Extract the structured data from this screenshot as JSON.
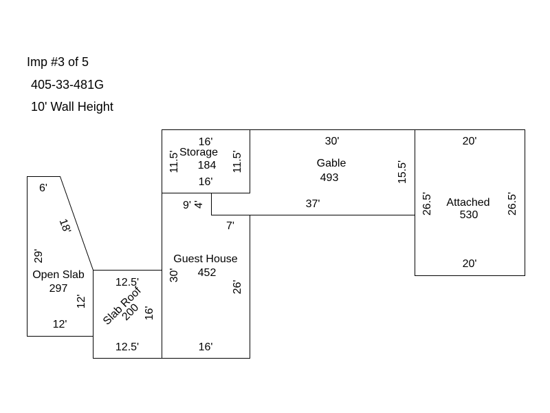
{
  "header": {
    "imp_label": "Imp #3 of 5",
    "parcel_id": "405-33-481G",
    "wall_height": "10' Wall Height"
  },
  "areas": {
    "storage": {
      "name": "Storage",
      "area": "184",
      "top": "16'",
      "bottom": "16'",
      "left": "11.5'",
      "right": "11.5'"
    },
    "gable": {
      "name": "Gable",
      "area": "493",
      "top": "30'",
      "bottom": "37'",
      "right": "15.5'",
      "step_top": "9'",
      "step_side": "4'"
    },
    "attached": {
      "name": "Attached",
      "area": "530",
      "top": "20'",
      "bottom": "20'",
      "left": "26.5'",
      "right": "26.5'"
    },
    "open_slab": {
      "name": "Open Slab",
      "area": "297",
      "top": "6'",
      "slant": "18'",
      "left": "29'",
      "right": "12'",
      "bottom": "12'"
    },
    "slab_roof": {
      "name": "Slab Roof",
      "area": "200",
      "top": "12.5'",
      "bottom": "12.5'",
      "right": "16'"
    },
    "guest_house": {
      "name": "Guest House",
      "area": "452",
      "top": "7'",
      "left": "30'",
      "right": "26'",
      "bottom": "16'"
    }
  }
}
